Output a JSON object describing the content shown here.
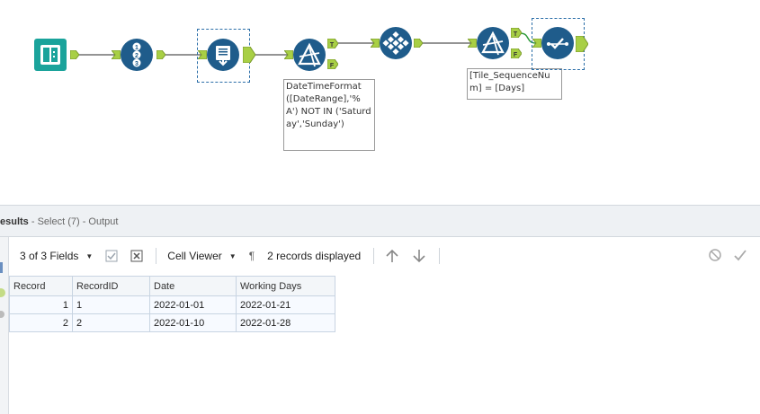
{
  "workflow": {
    "tools": [
      {
        "name": "input-data-tool",
        "icon": "book-icon"
      },
      {
        "name": "record-id-tool",
        "icon": "numbered-list-icon"
      },
      {
        "name": "append-fields-tool",
        "icon": "append-icon"
      },
      {
        "name": "filter-tool-weekday",
        "icon": "filter-icon"
      },
      {
        "name": "generate-rows-tool",
        "icon": "diamond-grid-icon"
      },
      {
        "name": "filter-tool-sequence",
        "icon": "filter-icon"
      },
      {
        "name": "select-tool",
        "icon": "checkmark-line-icon"
      }
    ],
    "anchor_labels": {
      "true": "T",
      "false": "F"
    },
    "annotations": {
      "filter_weekday": "DateTimeFormat([DateRange],'%A') NOT IN ('Saturday','Sunday')",
      "filter_sequence": "[Tile_SequenceNum] = [Days]"
    },
    "colors": {
      "tool": "#1f5c8b",
      "input_tool": "#1aa39b",
      "anchor": "#a8cf45",
      "connection": "#555555"
    }
  },
  "results": {
    "title": "esults",
    "subtitle": " - Select (7) - Output",
    "toolbar": {
      "fields_label": "3 of 3 Fields",
      "cell_viewer_label": "Cell Viewer",
      "records_label": "2 records displayed"
    },
    "columns": [
      "Record",
      "RecordID",
      "Date",
      "Working Days"
    ],
    "rows": [
      {
        "record": "1",
        "record_id": "1",
        "date": "2022-01-01",
        "working_days": "2022-01-21"
      },
      {
        "record": "2",
        "record_id": "2",
        "date": "2022-01-10",
        "working_days": "2022-01-28"
      }
    ]
  }
}
